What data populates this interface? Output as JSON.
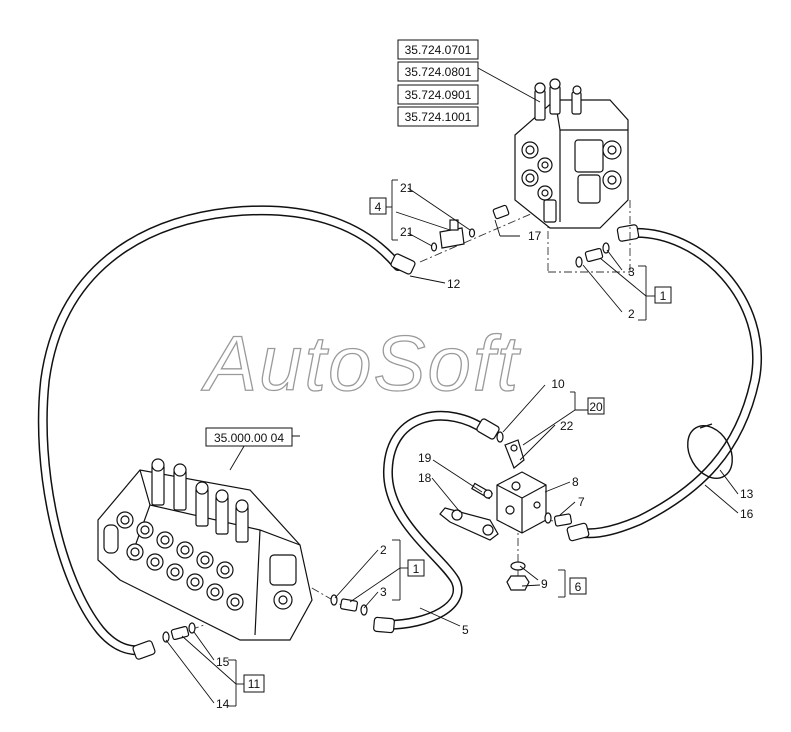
{
  "watermark": "AutoSoft",
  "callouts": {
    "ref_top_1": "35.724.0701",
    "ref_top_2": "35.724.0801",
    "ref_top_3": "35.724.0901",
    "ref_top_4": "35.724.1001",
    "ref_left": "35.000.00 04",
    "p21a": "21",
    "p21b": "21",
    "p4": "4",
    "p17": "17",
    "p12": "12",
    "p3a": "3",
    "p1a": "1",
    "p2a": "2",
    "p10": "10",
    "p20": "20",
    "p22": "22",
    "p19": "19",
    "p18": "18",
    "p8": "8",
    "p7": "7",
    "p13": "13",
    "p16": "16",
    "p2b": "2",
    "p1b": "1",
    "p3b": "3",
    "p5": "5",
    "p9": "9",
    "p6": "6",
    "p15": "15",
    "p11": "11",
    "p14": "14"
  },
  "colors": {
    "line": "#111111",
    "hatch": "#444444",
    "watermark_stroke": "#9a9a9a"
  }
}
